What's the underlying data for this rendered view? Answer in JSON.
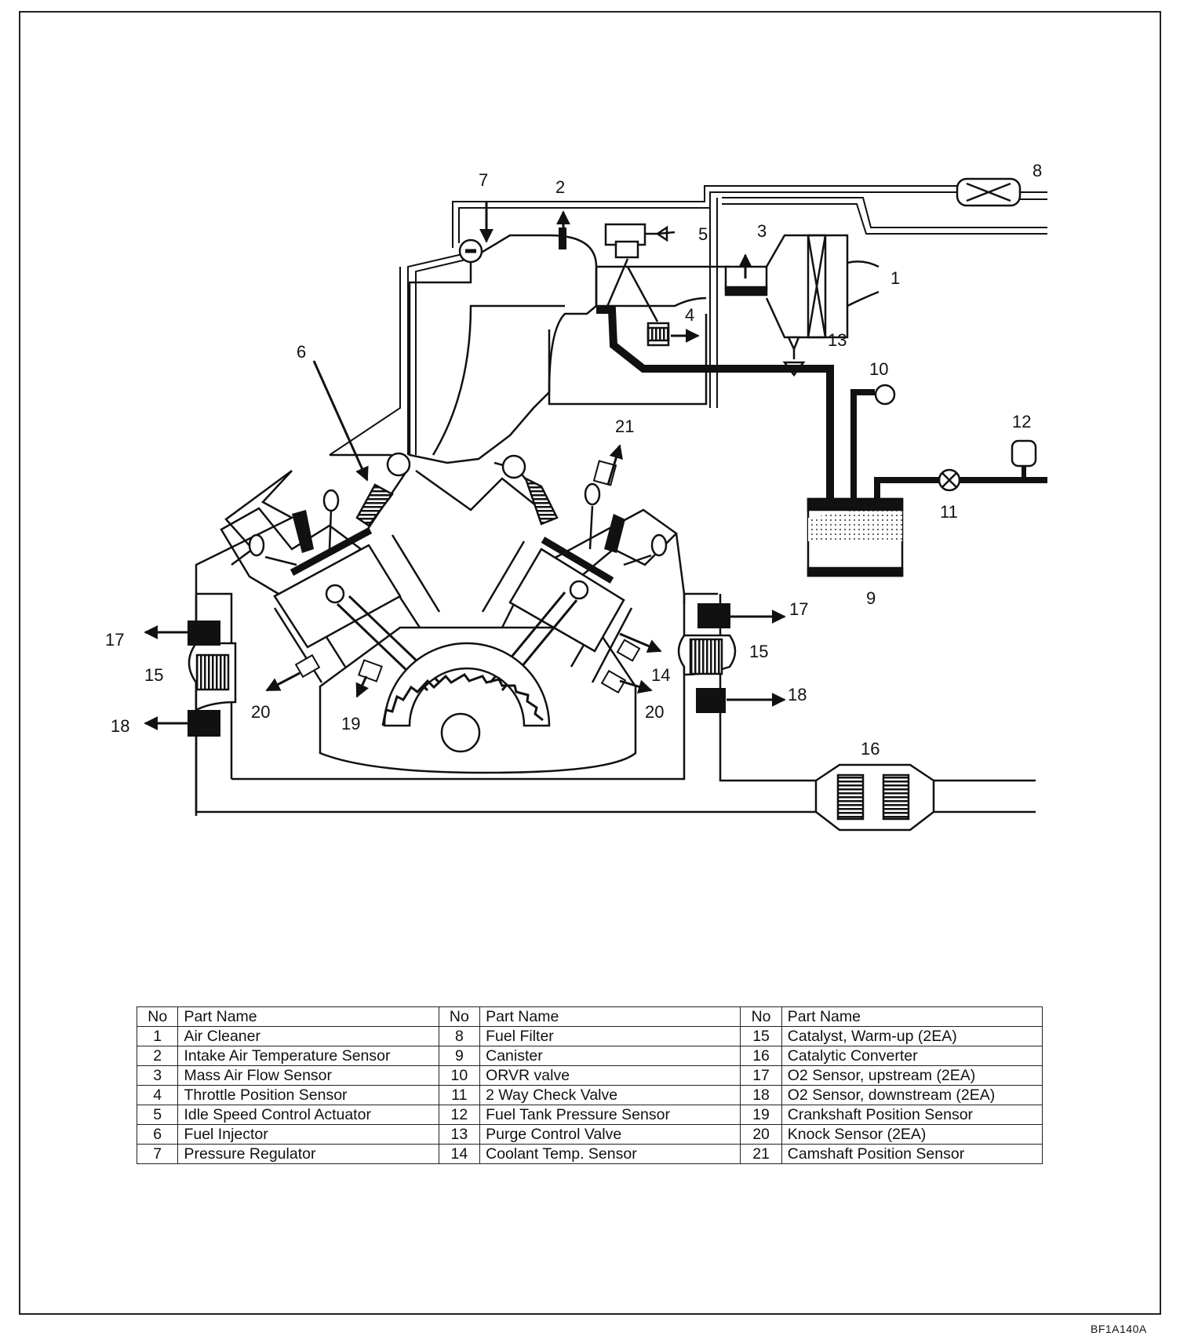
{
  "callouts": {
    "c1": "1",
    "c2": "2",
    "c3": "3",
    "c4": "4",
    "c5": "5",
    "c6": "6",
    "c7": "7",
    "c8": "8",
    "c9": "9",
    "c10": "10",
    "c11": "11",
    "c12": "12",
    "c13": "13",
    "c14": "14",
    "c15": "15",
    "c16": "16",
    "c17": "17",
    "c18": "18",
    "c19": "19",
    "c20": "20",
    "c21": "21"
  },
  "table": {
    "headers": [
      "No",
      "Part Name",
      "No",
      "Part Name",
      "No",
      "Part Name"
    ],
    "rows": [
      [
        "1",
        "Air Cleaner",
        "8",
        "Fuel Filter",
        "15",
        "Catalyst, Warm-up (2EA)"
      ],
      [
        "2",
        "Intake Air Temperature Sensor",
        "9",
        "Canister",
        "16",
        "Catalytic Converter"
      ],
      [
        "3",
        "Mass Air Flow Sensor",
        "10",
        "ORVR valve",
        "17",
        "O2 Sensor, upstream (2EA)"
      ],
      [
        "4",
        "Throttle Position Sensor",
        "11",
        "2 Way Check Valve",
        "18",
        "O2 Sensor, downstream (2EA)"
      ],
      [
        "5",
        "Idle Speed Control Actuator",
        "12",
        "Fuel Tank Pressure Sensor",
        "19",
        "Crankshaft Position Sensor"
      ],
      [
        "6",
        "Fuel Injector",
        "13",
        "Purge Control Valve",
        "20",
        "Knock Sensor (2EA)"
      ],
      [
        "7",
        "Pressure Regulator",
        "14",
        "Coolant Temp. Sensor",
        "21",
        "Camshaft Position Sensor"
      ]
    ]
  },
  "figure_code": "BF1A140A"
}
